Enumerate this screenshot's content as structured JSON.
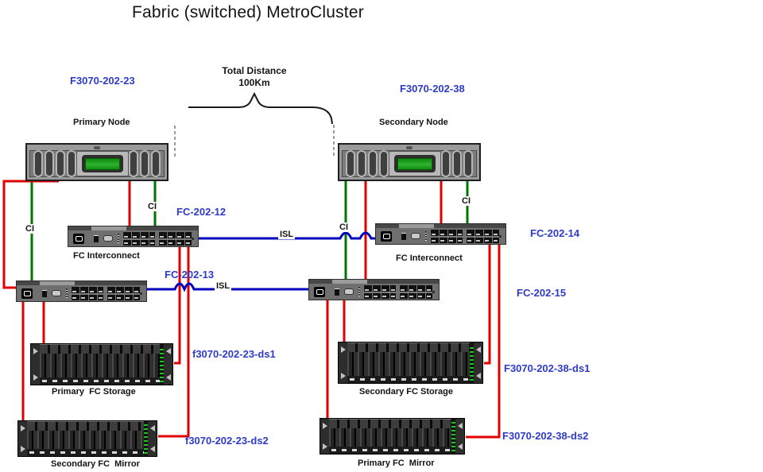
{
  "title": "Fabric (switched) MetroCluster",
  "annotation": {
    "distance_text": "Total Distance\n100Km"
  },
  "colors": {
    "fc_cable_red": "#e10000",
    "cluster_interconnect_green": "#007500",
    "isl_cable_blue": "#0000bd",
    "label_blue": "#2e3bc7"
  },
  "nodes": {
    "primary": {
      "hostname": "F3070-202-23",
      "label": "Primary Node"
    },
    "secondary": {
      "hostname": "F3070-202-38",
      "label": "Secondary Node"
    }
  },
  "switches": {
    "fc_202_12": {
      "name": "FC-202-12",
      "label": "FC Interconnect"
    },
    "fc_202_13": {
      "name": "FC-202-13"
    },
    "fc_202_14": {
      "name": "FC-202-14",
      "label": "FC Interconnect"
    },
    "fc_202_15": {
      "name": "FC-202-15"
    }
  },
  "shelves": {
    "primary_storage": {
      "name": "f3070-202-23-ds1",
      "label": "Primary  FC Storage"
    },
    "secondary_storage": {
      "name": "F3070-202-38-ds1",
      "label": "Secondary FC Storage"
    },
    "secondary_mirror": {
      "name": "f3070-202-23-ds2",
      "label": "Secondary FC  Mirror"
    },
    "primary_mirror": {
      "name": "F3070-202-38-ds2",
      "label": "Primary FC  Mirror"
    }
  },
  "links": {
    "isl_label": "ISL",
    "ci_label": "CI"
  }
}
